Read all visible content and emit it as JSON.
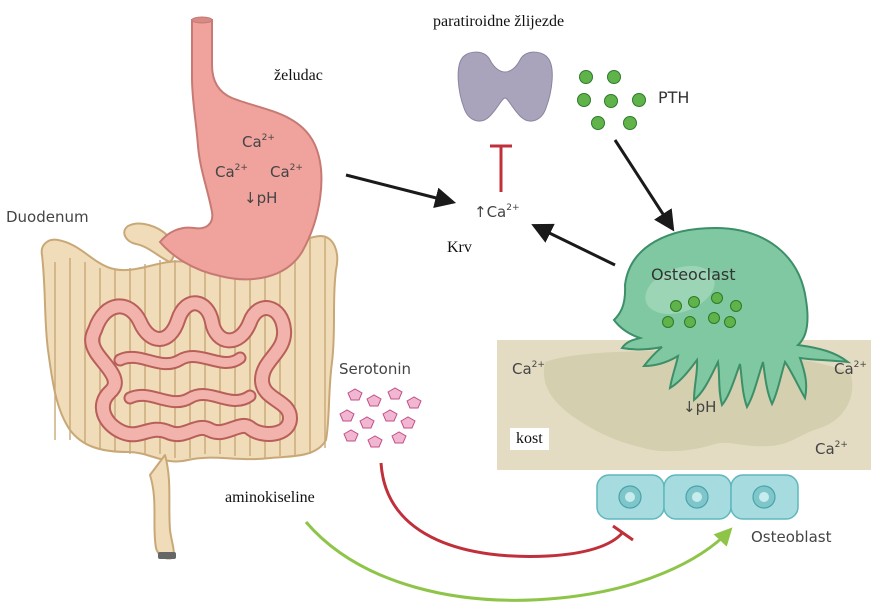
{
  "labels": {
    "parathyroid": "paratiroidne žlijezde",
    "stomach": "želudac",
    "duodenum": "Duodenum",
    "pth": "PTH",
    "blood": "Krv",
    "osteoclast": "Osteoclast",
    "serotonin": "Serotonin",
    "bone": "kost",
    "osteoblast": "Osteoblast",
    "amino_acids": "aminokiseline",
    "ca": "Ca",
    "charge": "2+",
    "blood_ca_arrow": "↑",
    "ph": "↓pH"
  },
  "colors": {
    "stomach": "#efa39c",
    "intestine_fill": "#f0dcb8",
    "intestine_stroke": "#c9a878",
    "small_intestine": "#f3b3ad",
    "thyroid": "#a9a4bb",
    "pth_dots": "#5fb34a",
    "osteoclast": "#7fc8a2",
    "bone": "#e3dcc3",
    "resorption_pit": "#d4cfae",
    "osteoblast": "#a6dcdf",
    "serotonin": "#f1b7d0",
    "inhibit_red": "#c0303a",
    "activate_green": "#8ec549",
    "arrow_black": "#1a1a1a"
  }
}
